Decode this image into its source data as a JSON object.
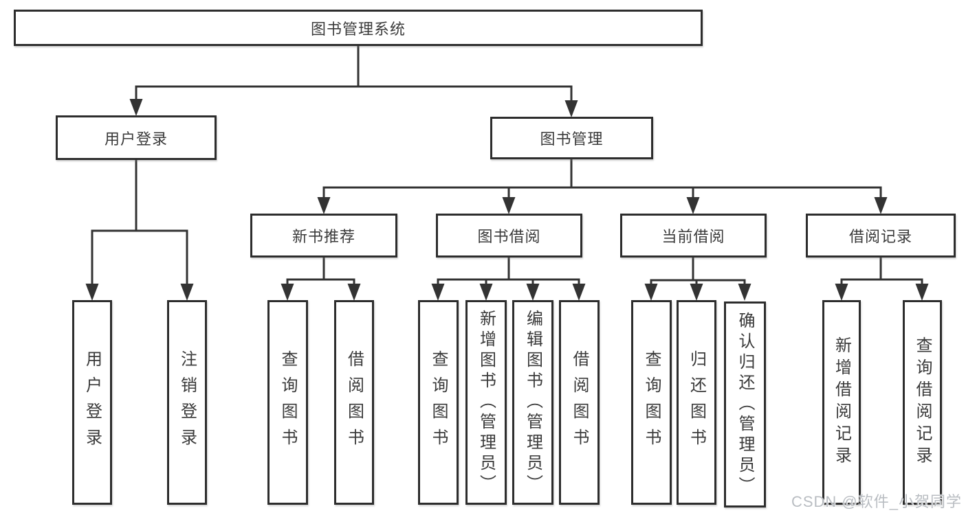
{
  "diagram": {
    "root": {
      "label": "图书管理系统",
      "children": [
        {
          "label": "用户登录",
          "children": [
            {
              "label": "用户登录"
            },
            {
              "label": "注销登录"
            }
          ]
        },
        {
          "label": "图书管理",
          "children": [
            {
              "label": "新书推荐",
              "children": [
                {
                  "label": "查询图书"
                },
                {
                  "label": "借阅图书"
                }
              ]
            },
            {
              "label": "图书借阅",
              "children": [
                {
                  "label": "查询图书"
                },
                {
                  "label": "新增图书（管理员）"
                },
                {
                  "label": "编辑图书（管理员）"
                },
                {
                  "label": "借阅图书"
                }
              ]
            },
            {
              "label": "当前借阅",
              "children": [
                {
                  "label": "查询图书"
                },
                {
                  "label": "归还图书"
                },
                {
                  "label": "确认归还（管理员）"
                }
              ]
            },
            {
              "label": "借阅记录",
              "children": [
                {
                  "label": "新增借阅记录"
                },
                {
                  "label": "查询借阅记录"
                }
              ]
            }
          ]
        }
      ]
    }
  },
  "watermark": {
    "text": "CSDN @软件_小贺同学"
  },
  "colors": {
    "line": "#333333",
    "box_border": "#2d2d2d",
    "text": "#3a3a3a",
    "background": "#ffffff",
    "watermark": "#b9bdc2"
  }
}
